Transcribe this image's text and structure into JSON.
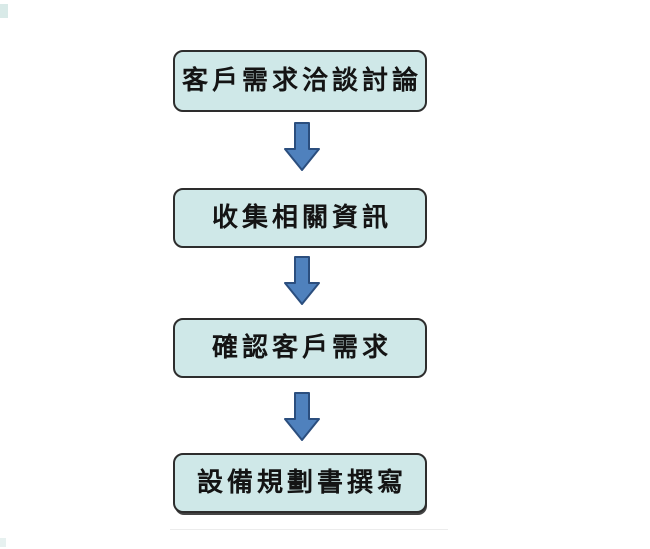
{
  "flowchart": {
    "title": "",
    "steps": [
      {
        "label": "客戶需求洽談討論"
      },
      {
        "label": "收集相關資訊"
      },
      {
        "label": "確認客戶需求"
      },
      {
        "label": "設備規劃書撰寫"
      }
    ],
    "connector": "down-arrow",
    "colors": {
      "box_fill": "#cfe8e8",
      "box_border": "#2d2d2d",
      "arrow_fill": "#4f81bd",
      "arrow_border": "#2b4e7e",
      "text": "#141414",
      "background": "#ffffff"
    }
  }
}
